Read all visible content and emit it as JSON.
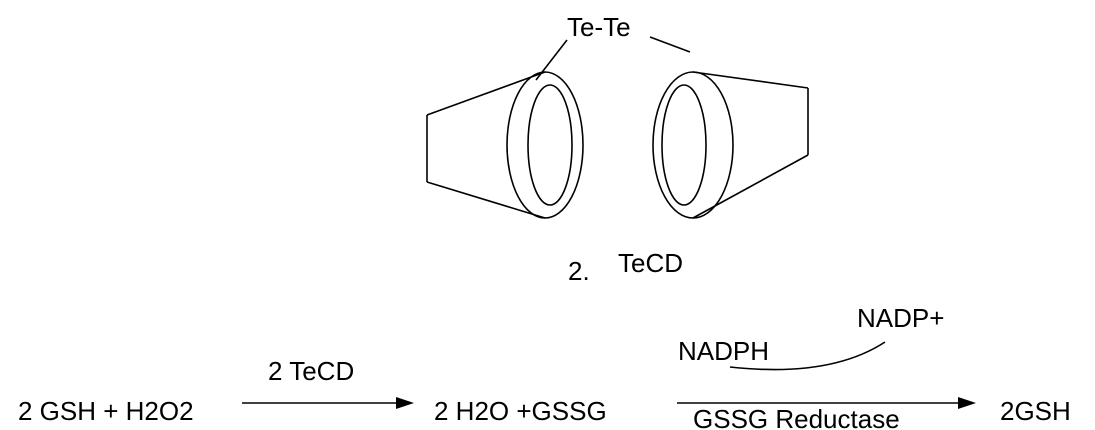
{
  "structure": {
    "bond_label": "Te-Te",
    "compound_number": "2.",
    "compound_name": "TeCD"
  },
  "reaction": {
    "reactants": "2 GSH + H2O2",
    "catalyst": "2 TeCD",
    "products": "2 H2O +GSSG",
    "cofactor_in": "NADPH",
    "cofactor_out": "NADP+",
    "enzyme": "GSSG Reductase",
    "final_product": "2GSH"
  }
}
